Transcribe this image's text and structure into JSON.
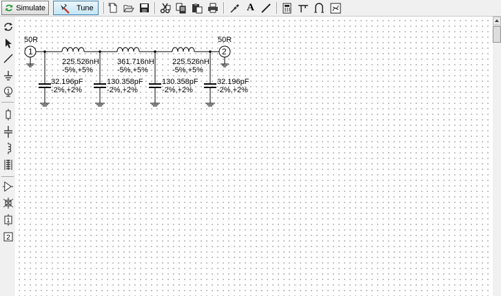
{
  "toolbar": {
    "simulate_label": "Simulate",
    "tune_label": "Tune",
    "icons": [
      "new-icon",
      "open-icon",
      "save-icon",
      "cut-icon",
      "copy-icon",
      "paste-icon",
      "print-icon",
      "probe-icon",
      "text-icon",
      "line-icon",
      "calculator-icon",
      "tline-icon",
      "stub-icon",
      "smith-icon"
    ]
  },
  "palette": {
    "icons": [
      "rotate-icon",
      "select-arrow-icon",
      "wire-icon",
      "ground-icon",
      "port-icon",
      "resistor-icon",
      "capacitor-icon",
      "inductor-icon",
      "transformer-icon",
      "amplifier-icon",
      "crystal-icon",
      "one-port-icon",
      "two-port-icon"
    ]
  },
  "schematic": {
    "ports": [
      {
        "number": "1",
        "impedance": "50R"
      },
      {
        "number": "2",
        "impedance": "50R"
      }
    ],
    "inductors": [
      {
        "value": "225.526nH",
        "tolerance": "-5%,+5%"
      },
      {
        "value": "361.716nH",
        "tolerance": "-5%,+5%"
      },
      {
        "value": "225.526nH",
        "tolerance": "-5%,+5%"
      }
    ],
    "capacitors": [
      {
        "value": "32.196pF",
        "tolerance": "-2%,+2%"
      },
      {
        "value": "130.358pF",
        "tolerance": "-2%,+2%"
      },
      {
        "value": "130.358pF",
        "tolerance": "-2%,+2%"
      },
      {
        "value": "32.196pF",
        "tolerance": "-2%,+2%"
      }
    ]
  }
}
